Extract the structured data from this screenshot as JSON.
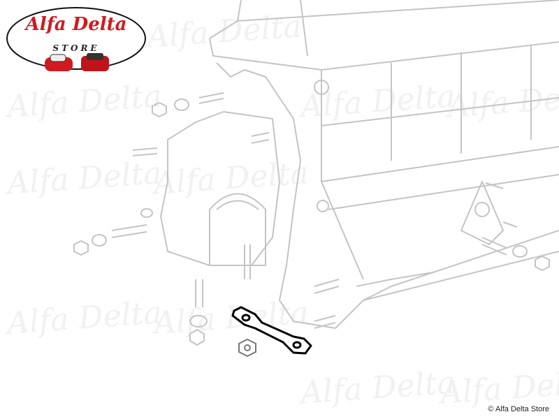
{
  "logo": {
    "brand": "Alfa Delta",
    "subtitle": "STORE"
  },
  "watermark": "Alfa Delta",
  "copyright": "© Alfa Delta Store",
  "highlight_color": "#000000",
  "drawing_color": "#c8c8c8"
}
